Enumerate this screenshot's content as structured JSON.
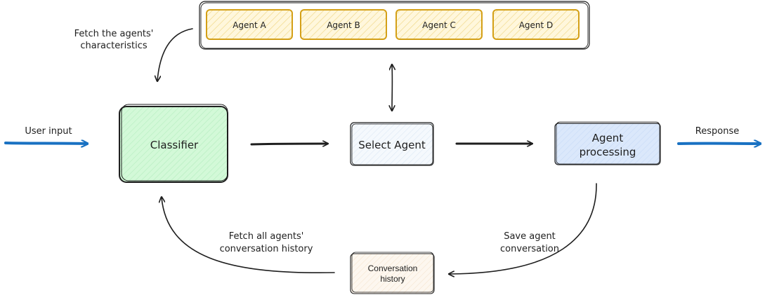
{
  "colors": {
    "ink": "#1e1e1e",
    "accent_blue": "#1971c2",
    "agent_border": "#d4a017",
    "agent_fill": "#fff7dc",
    "classifier_fill": "#d3f9d8",
    "select_fill": "#eef4fb",
    "processing_fill": "#dbe8fb",
    "history_fill": "#fdf4ea"
  },
  "agents": [
    "Agent A",
    "Agent B",
    "Agent C",
    "Agent D"
  ],
  "nodes": {
    "classifier": "Classifier",
    "select_agent": "Select Agent",
    "agent_processing": [
      "Agent",
      "processing"
    ],
    "conversation_history": [
      "Conversation",
      "history"
    ]
  },
  "labels": {
    "user_input": "User input",
    "response": "Response",
    "fetch_characteristics": [
      "Fetch the agents'",
      "characteristics"
    ],
    "fetch_history": [
      "Fetch all agents'",
      "conversation history"
    ],
    "save_conversation": [
      "Save agent",
      "conversation"
    ]
  }
}
